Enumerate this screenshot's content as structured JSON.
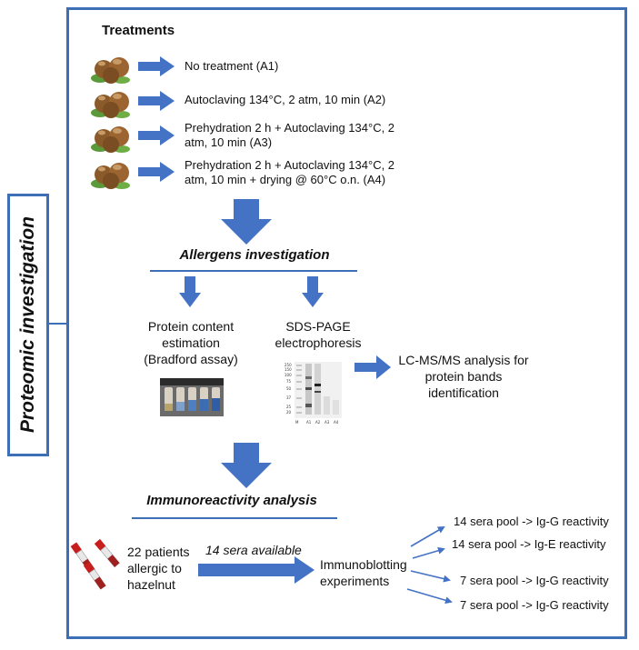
{
  "side_label": "Proteomic investigation",
  "treatments": {
    "title": "Treatments",
    "items": [
      {
        "lines": [
          "No treatment (A1)"
        ]
      },
      {
        "lines": [
          "Autoclaving 134°C, 2 atm, 10 min (A2)"
        ]
      },
      {
        "lines": [
          "Prehydration 2 h + Autoclaving 134°C, 2",
          "atm, 10 min (A3)"
        ]
      },
      {
        "lines": [
          "Prehydration 2 h + Autoclaving 134°C, 2",
          "atm, 10 min + drying @ 60°C o.n. (A4)"
        ]
      }
    ]
  },
  "allergens": {
    "title": "Allergens investigation",
    "protein": {
      "lines": [
        "Protein content",
        "estimation",
        "(Bradford assay)"
      ]
    },
    "sds": {
      "lines": [
        "SDS-PAGE",
        "electrophoresis"
      ]
    },
    "lcms": {
      "lines": [
        "LC-MS/MS analysis for",
        "protein bands",
        "identification"
      ]
    }
  },
  "immuno": {
    "title": "Immunoreactivity analysis",
    "patients": {
      "lines": [
        "22 patients",
        "allergic to",
        "hazelnut"
      ]
    },
    "sera_label": "14 sera available",
    "experiments": {
      "lines": [
        "Immunoblotting",
        "experiments"
      ]
    },
    "outcomes": [
      "14 sera pool -> Ig-G reactivity",
      "14 sera pool -> Ig-E reactivity",
      "7 sera pool -> Ig-G reactivity",
      "7 sera pool -> Ig-G reactivity"
    ]
  },
  "colors": {
    "frame": "#3d6fb6",
    "arrow": "#4472c4",
    "hazelnut": "#8a5a2b",
    "leaf": "#5a9a3a"
  }
}
